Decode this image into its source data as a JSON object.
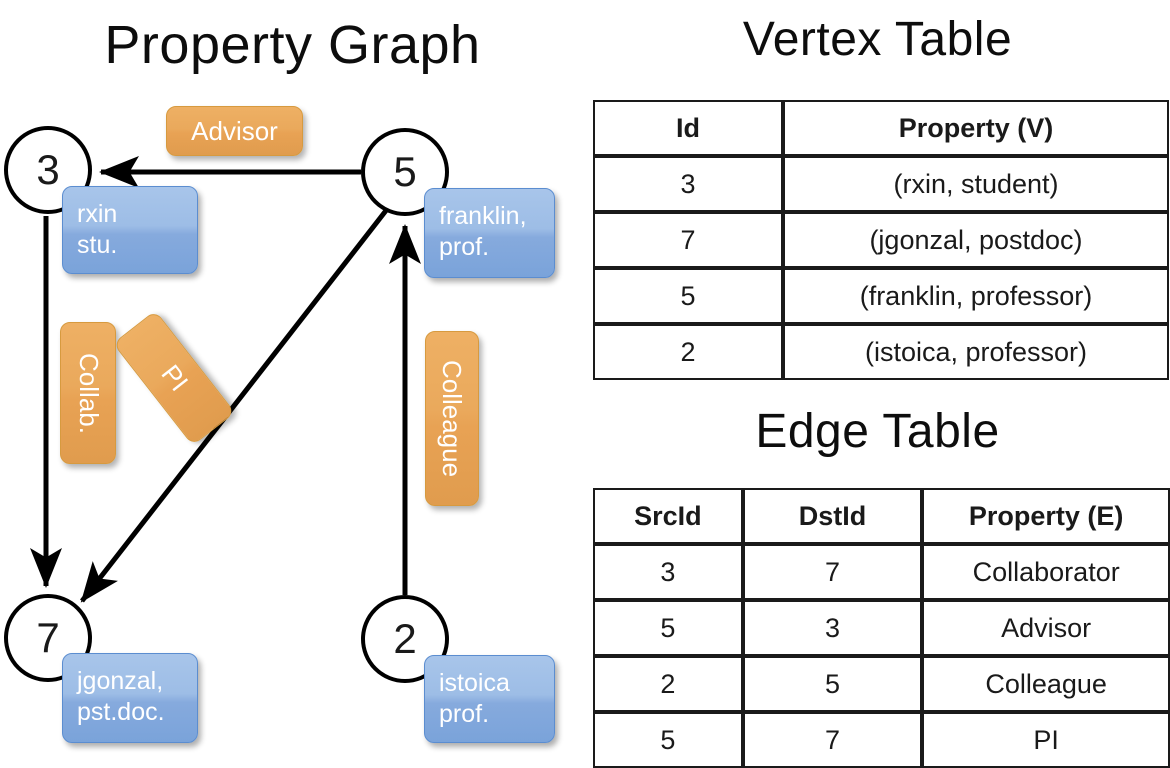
{
  "titles": {
    "property_graph": "Property Graph",
    "vertex_table": "Vertex Table",
    "edge_table": "Edge Table"
  },
  "colors": {
    "vertex_property_fill": "#ccdaef",
    "edge_property_fill": "#f7dfc4",
    "node_property_box": "#9dbde6",
    "edge_label_box": "#eaa95c",
    "stroke": "#000000"
  },
  "graph": {
    "nodes": [
      {
        "id": "3",
        "property_lines": [
          "rxin",
          "stu."
        ]
      },
      {
        "id": "5",
        "property_lines": [
          "franklin,",
          "prof."
        ]
      },
      {
        "id": "7",
        "property_lines": [
          "jgonzal,",
          "pst.doc."
        ]
      },
      {
        "id": "2",
        "property_lines": [
          "istoica",
          "prof."
        ]
      }
    ],
    "edge_labels": [
      {
        "name": "advisor",
        "text": "Advisor",
        "orientation": "horizontal"
      },
      {
        "name": "collab",
        "text": "Collab.",
        "orientation": "vertical"
      },
      {
        "name": "pi",
        "text": "PI",
        "orientation": "diagonal"
      },
      {
        "name": "colleague",
        "text": "Colleague",
        "orientation": "vertical"
      }
    ],
    "edges": [
      {
        "src": "5",
        "dst": "3",
        "label": "Advisor"
      },
      {
        "src": "3",
        "dst": "7",
        "label": "Collab."
      },
      {
        "src": "5",
        "dst": "7",
        "label": "PI"
      },
      {
        "src": "2",
        "dst": "5",
        "label": "Colleague"
      }
    ]
  },
  "vertex_table": {
    "headers": [
      "Id",
      "Property (V)"
    ],
    "rows": [
      {
        "id": "3",
        "property": "(rxin, student)"
      },
      {
        "id": "7",
        "property": "(jgonzal, postdoc)"
      },
      {
        "id": "5",
        "property": "(franklin, professor)"
      },
      {
        "id": "2",
        "property": "(istoica, professor)"
      }
    ]
  },
  "edge_table": {
    "headers": [
      "SrcId",
      "DstId",
      "Property (E)"
    ],
    "rows": [
      {
        "src": "3",
        "dst": "7",
        "property": "Collaborator"
      },
      {
        "src": "5",
        "dst": "3",
        "property": "Advisor"
      },
      {
        "src": "2",
        "dst": "5",
        "property": "Colleague"
      },
      {
        "src": "5",
        "dst": "7",
        "property": "PI"
      }
    ]
  }
}
